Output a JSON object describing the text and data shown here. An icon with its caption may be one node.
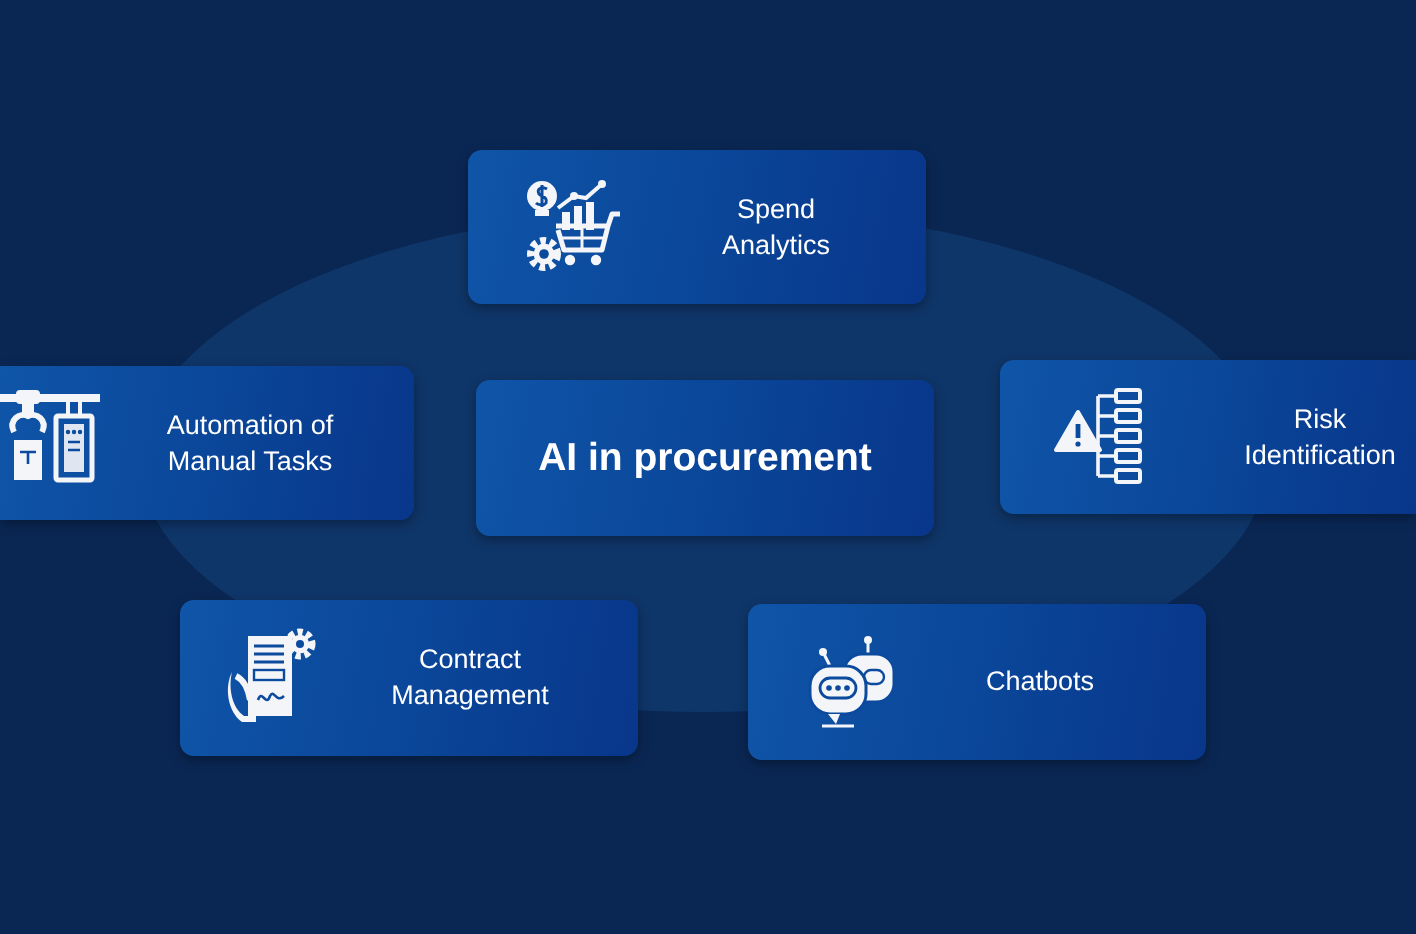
{
  "diagram": {
    "nodes": [
      {
        "text": [
          "Spend Analytics"
        ]
      },
      {
        "text": [
          "Automation of Manual Tasks"
        ]
      },
      {
        "text": [
          "AI in procurement"
        ]
      },
      {
        "text": [
          "Risk Identification"
        ]
      },
      {
        "text": [
          "Contract Management"
        ]
      },
      {
        "text": [
          "Chatbots"
        ]
      }
    ]
  }
}
